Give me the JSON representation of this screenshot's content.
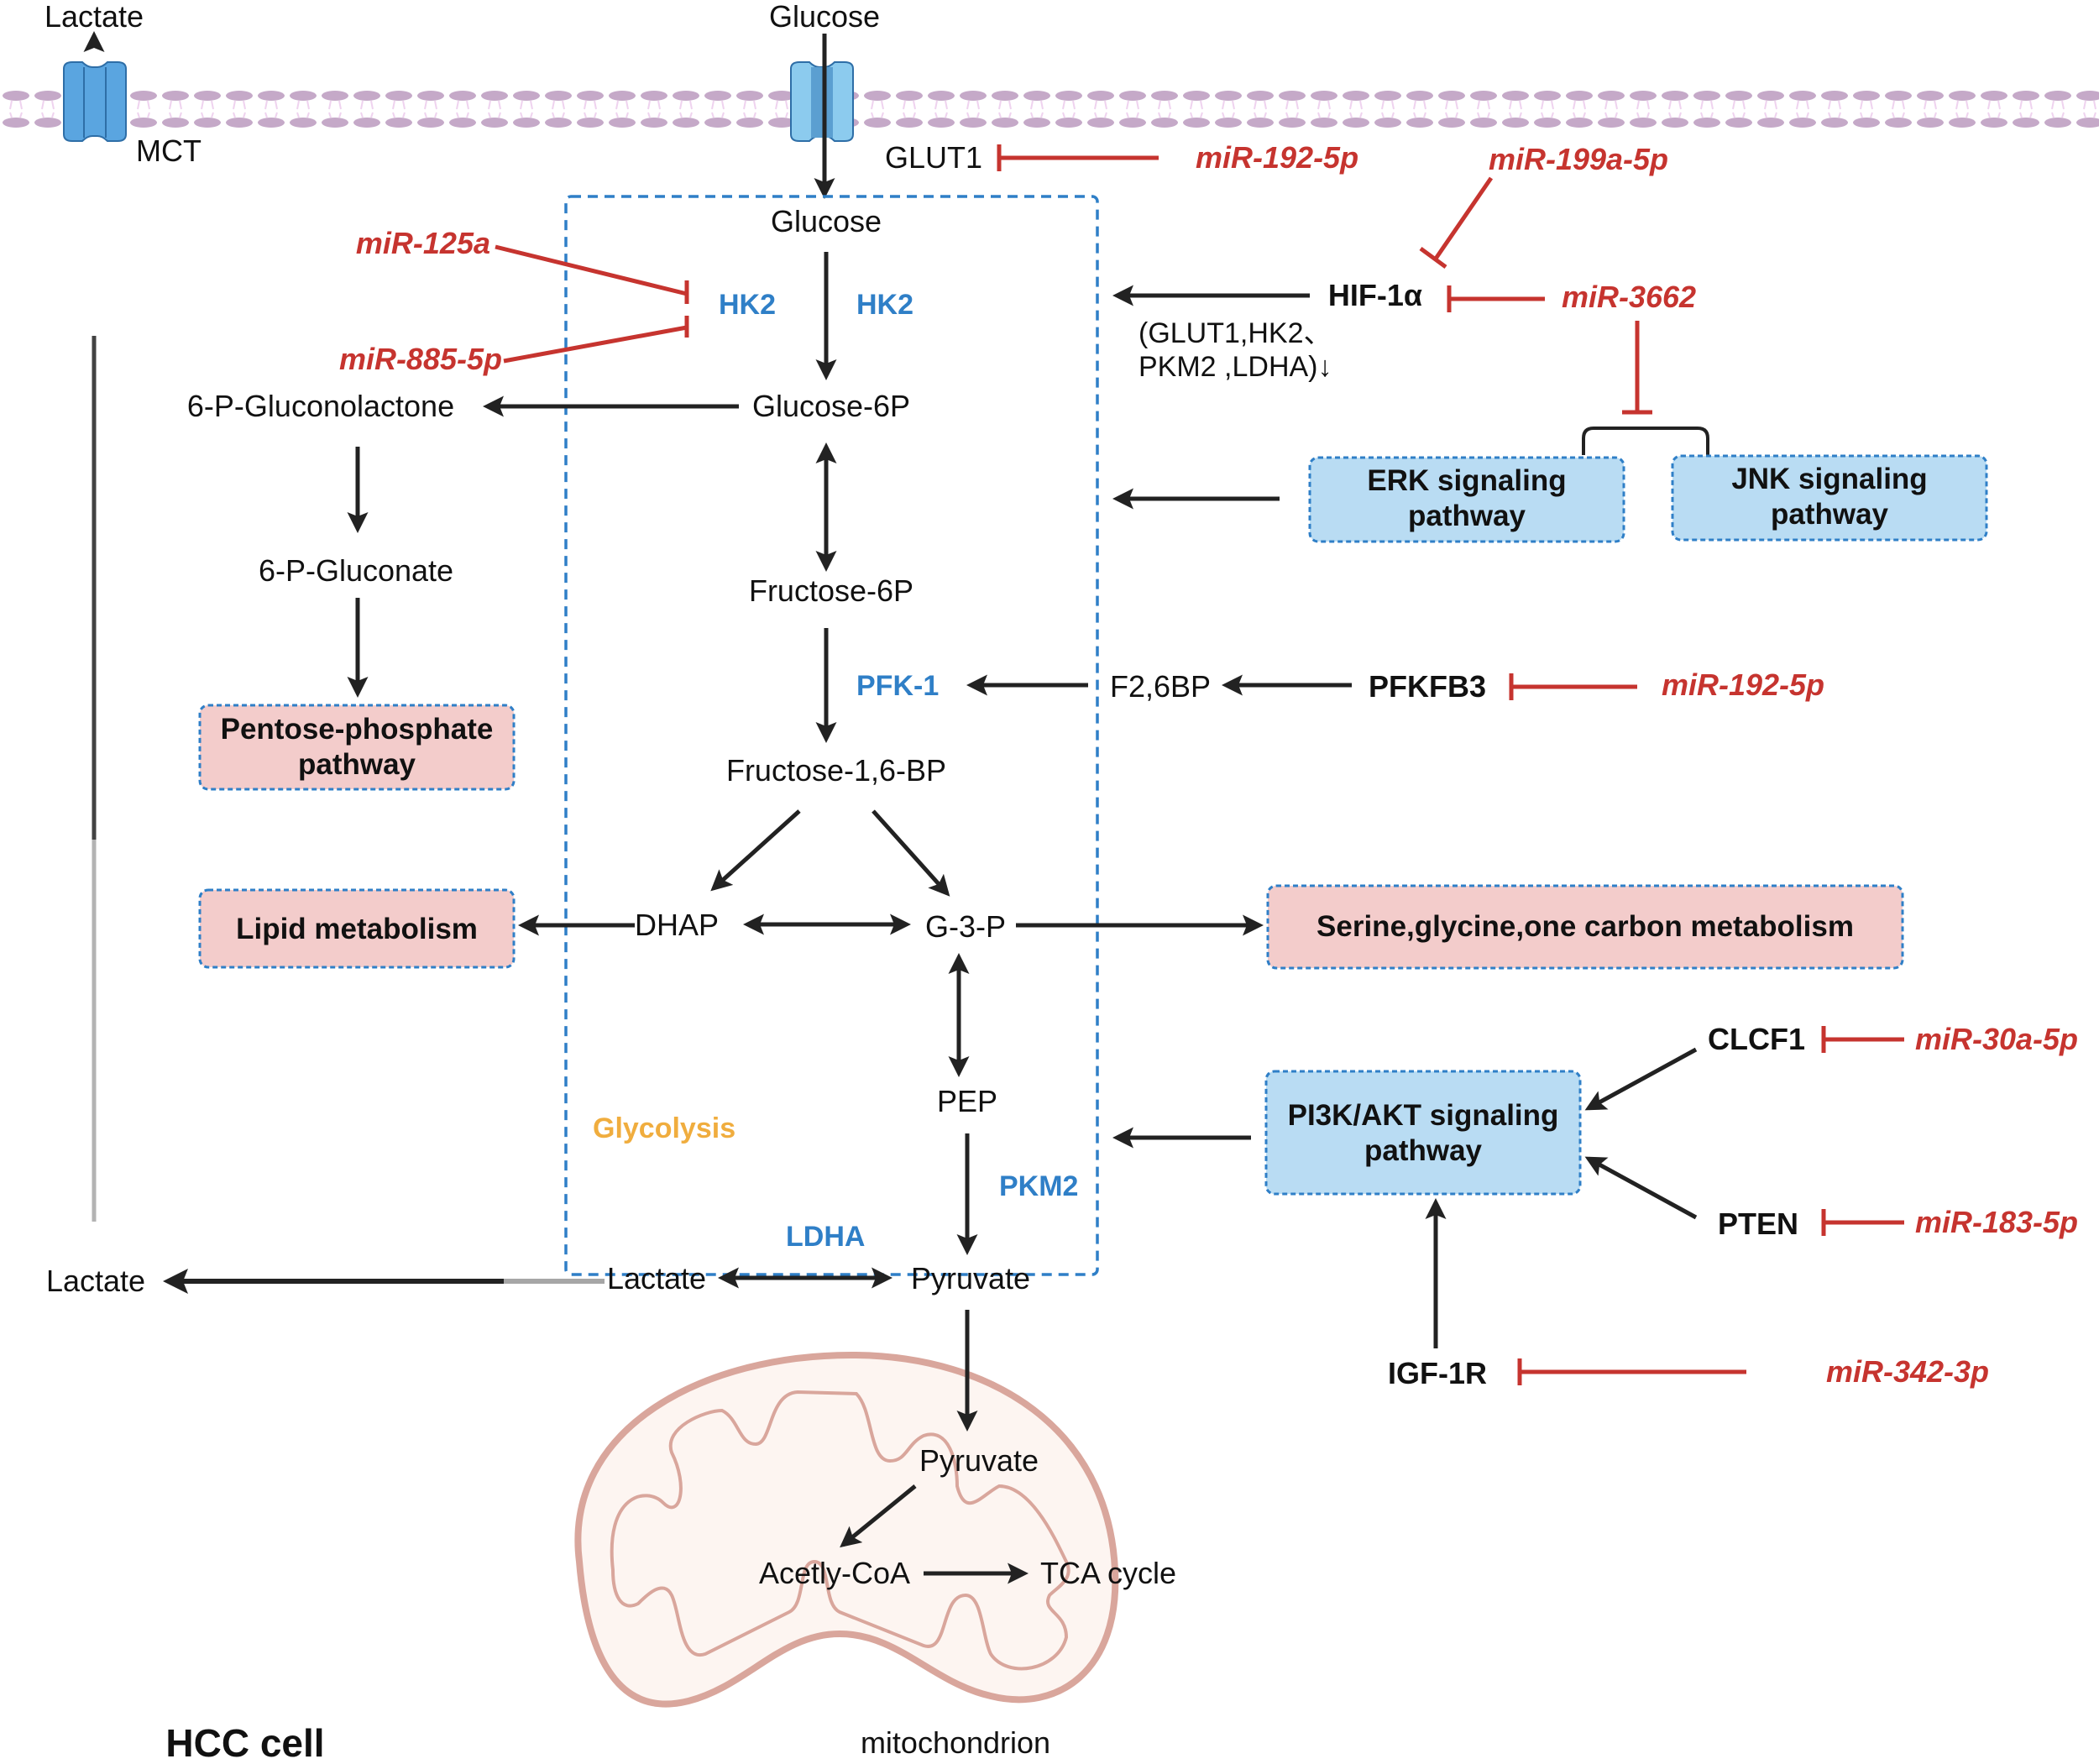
{
  "figure": {
    "cell_label": "HCC cell",
    "organelle_label": "mitochondrion",
    "region_label": "Glycolysis",
    "colors": {
      "enzyme": "#2f7fc7",
      "mirna": "#c6342f",
      "glycolysis_label": "#f0ad3e",
      "pathway_box_blue": "#b9dcf3",
      "pathway_box_pink": "#f3cccb",
      "box_border": "#2f7fc7",
      "membrane": "#c5a9c8",
      "mitochondrion_outline": "#d9a69c",
      "mitochondrion_fill": "#fdf5f1"
    }
  },
  "membrane": {
    "transporters": [
      {
        "name": "MCT",
        "label": "MCT",
        "substrate_out": "Lactate"
      },
      {
        "name": "GLUT1",
        "label": "GLUT1",
        "substrate_out": "Glucose"
      }
    ]
  },
  "metabolites": {
    "glucose_out": "Glucose",
    "lactate_out": "Lactate",
    "glucose_in": "Glucose",
    "glucose_6p": "Glucose-6P",
    "fructose_6p": "Fructose-6P",
    "fructose_16bp": "Fructose-1,6-BP",
    "dhap": "DHAP",
    "g3p": "G-3-P",
    "pep": "PEP",
    "pyruvate": "Pyruvate",
    "lactate_in": "Lactate",
    "lactate_cyto": "Lactate",
    "gluconolactone": "6-P-Gluconolactone",
    "gluconate": "6-P-Gluconate",
    "f26bp": "F2,6BP",
    "mito_pyruvate": "Pyruvate",
    "acetyl_coa": "Acetly-CoA",
    "tca": "TCA cycle"
  },
  "enzymes": {
    "hk2_left": "HK2",
    "hk2_right": "HK2",
    "pfk1": "PFK-1",
    "pkm2": "PKM2",
    "ldha": "LDHA"
  },
  "regulators": {
    "hif1a": "HIF-1α",
    "hif1a_targets_line1": "(GLUT1,HK2、",
    "hif1a_targets_line2": "PKM2 ,LDHA)↓",
    "pfkfb3": "PFKFB3",
    "clcf1": "CLCF1",
    "pten": "PTEN",
    "igf1r": "IGF-1R"
  },
  "mirnas": {
    "mir_192_glut1": "miR-192-5p",
    "mir_199a": "miR-199a-5p",
    "mir_3662": "miR-3662",
    "mir_125a": "miR-125a",
    "mir_885": "miR-885-5p",
    "mir_192_pfkfb3": "miR-192-5p",
    "mir_30a": "miR-30a-5p",
    "mir_183": "miR-183-5p",
    "mir_342": "miR-342-3p"
  },
  "pathways": {
    "ppp": [
      "Pentose-phosphate",
      "pathway"
    ],
    "lipid": [
      "Lipid metabolism"
    ],
    "serine": [
      "Serine,glycine,one carbon metabolism"
    ],
    "erk": [
      "ERK signaling",
      "pathway"
    ],
    "jnk": [
      "JNK signaling",
      "pathway"
    ],
    "pi3k": [
      "PI3K/AKT signaling",
      "pathway"
    ]
  }
}
